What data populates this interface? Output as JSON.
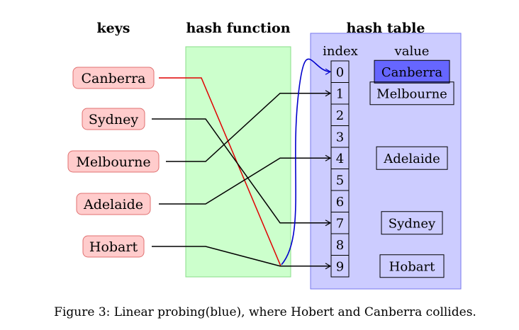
{
  "headers": {
    "keys": "keys",
    "hash_function": "hash function",
    "hash_table": "hash table"
  },
  "columns": {
    "index": "index",
    "value": "value"
  },
  "keys": [
    "Canberra",
    "Sydney",
    "Melbourne",
    "Adelaide",
    "Hobart"
  ],
  "indices": [
    "0",
    "1",
    "2",
    "3",
    "4",
    "5",
    "6",
    "7",
    "8",
    "9"
  ],
  "values": [
    {
      "index": 0,
      "text": "Canberra",
      "highlighted": true
    },
    {
      "index": 1,
      "text": "Melbourne",
      "highlighted": false
    },
    {
      "index": 4,
      "text": "Adelaide",
      "highlighted": false
    },
    {
      "index": 7,
      "text": "Sydney",
      "highlighted": false
    },
    {
      "index": 9,
      "text": "Hobart",
      "highlighted": false
    }
  ],
  "mappings": [
    {
      "key": "Canberra",
      "index": 9,
      "color": "#e00000"
    },
    {
      "key": "Sydney",
      "index": 7,
      "color": "#000000"
    },
    {
      "key": "Melbourne",
      "index": 1,
      "color": "#000000"
    },
    {
      "key": "Adelaide",
      "index": 4,
      "color": "#000000"
    },
    {
      "key": "Hobart",
      "index": 9,
      "color": "#000000"
    }
  ],
  "probe": {
    "from_index": 9,
    "to_index": 0,
    "color": "#0000cc"
  },
  "caption": "Figure 3: Linear probing(blue), where Hobert and Canberra collides.",
  "colors": {
    "key_fill": "#ffcccc",
    "key_stroke": "#e07070",
    "hash_fill": "#ccffcc",
    "hash_stroke": "#88dd88",
    "table_fill": "#ccccff",
    "table_stroke": "#7777ee",
    "highlight_fill": "#6666ff"
  }
}
